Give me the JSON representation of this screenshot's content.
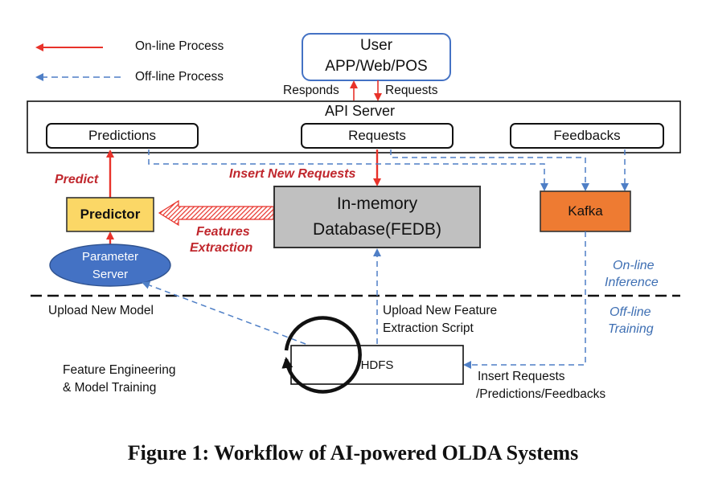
{
  "legend": {
    "online": "On-line Process",
    "offline": "Off-line Process"
  },
  "user": {
    "title": "User",
    "subtitle": "APP/Web/POS",
    "responds": "Responds",
    "requests": "Requests"
  },
  "api_server": {
    "title": "API Server",
    "predictions": "Predictions",
    "requests": "Requests",
    "feedbacks": "Feedbacks"
  },
  "labels": {
    "predict": "Predict",
    "insert_new_requests": "Insert New Requests",
    "features_extraction_1": "Features",
    "features_extraction_2": "Extraction",
    "online_inference_1": "On-line",
    "online_inference_2": "Inference",
    "offline_training_1": "Off-line",
    "offline_training_2": "Training",
    "upload_new_model": "Upload New Model",
    "upload_feature_script_1": "Upload New Feature",
    "upload_feature_script_2": "Extraction Script",
    "feature_engineering_1": "Feature Engineering",
    "feature_engineering_2": "& Model Training",
    "insert_requests_1": "Insert Requests",
    "insert_requests_2": "/Predictions/Feedbacks"
  },
  "nodes": {
    "predictor": "Predictor",
    "database_1": "In-memory",
    "database_2": "Database(FEDB)",
    "kafka": "Kafka",
    "parameter_server_1": "Parameter",
    "parameter_server_2": "Server",
    "hdfs": "HDFS"
  },
  "caption": "Figure 1: Workflow of AI-powered OLDA Systems",
  "colors": {
    "online_red": "#e8322a",
    "offline_blue": "#4f7fc6",
    "predictor_fill": "#fbd766",
    "database_fill": "#c0c0c0",
    "kafka_fill": "#ee7b32",
    "parameter_server_fill": "#4472c4"
  }
}
